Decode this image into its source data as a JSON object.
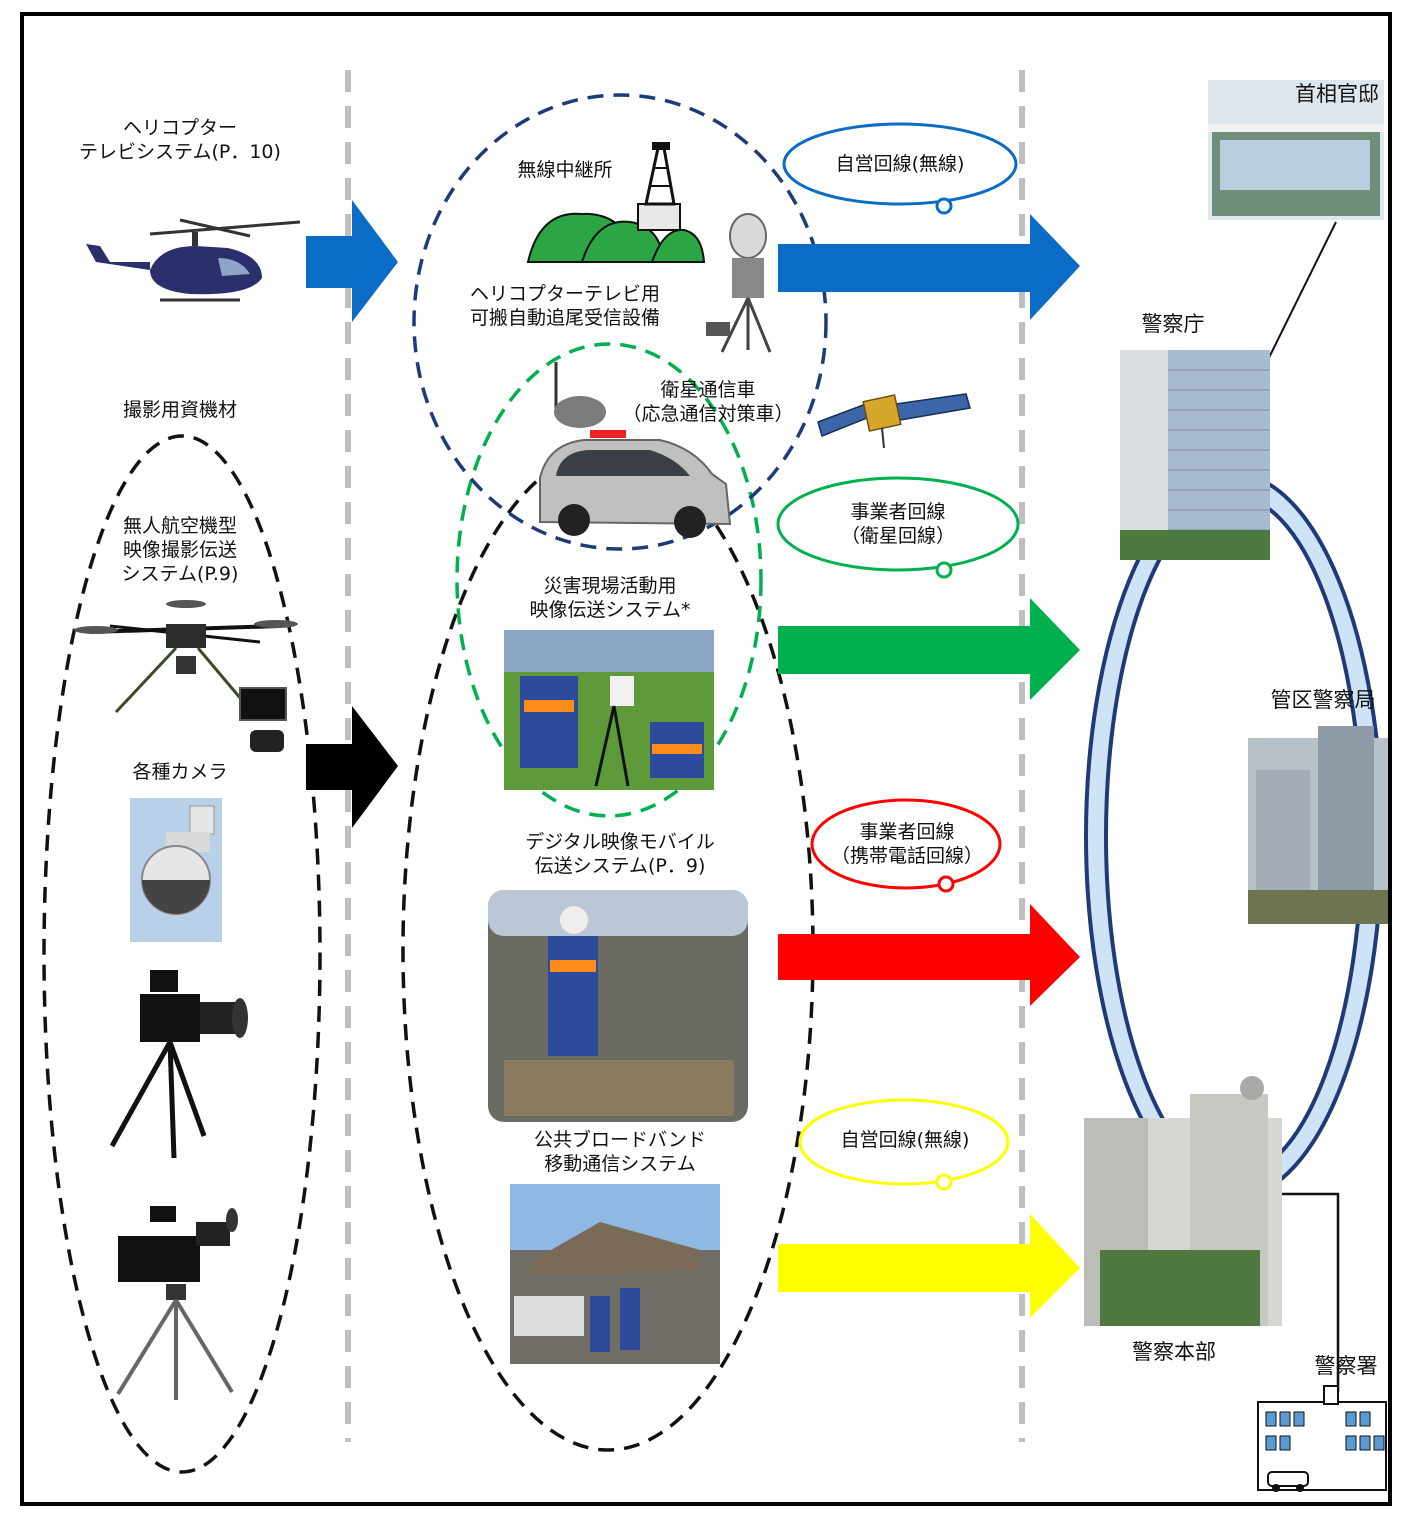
{
  "sources": {
    "heli_label": "ヘリコプター\nテレビシステム(P．10)",
    "equipment_label": "撮影用資機材",
    "drone_label": "無人航空機型\n映像撮影伝送\nシステム(P.9)",
    "cameras_label": "各種カメラ"
  },
  "relay": {
    "relay_station_label": "無線中継所",
    "tracking_receiver_label": "ヘリコプターテレビ用\n可搬自動追尾受信設備",
    "satellite_vehicle_label": "衛星通信車\n（応急通信対策車）",
    "disaster_video_label": "災害現場活動用\n映像伝送システム*",
    "digital_mobile_label": "デジタル映像モバイル\n伝送システム(P．9)",
    "broadband_label": "公共ブロードバンド\n移動通信システム"
  },
  "links": {
    "private_wireless_1": "自営回線(無線)",
    "carrier_satellite": "事業者回線\n（衛星回線）",
    "carrier_mobile": "事業者回線\n（携帯電話回線）",
    "private_wireless_2": "自営回線(無線)"
  },
  "destinations": {
    "kantei": "首相官邸",
    "npa": "警察庁",
    "regional_bureau": "管区警察局",
    "prefectural_hq": "警察本部",
    "police_station": "警察署"
  },
  "colors": {
    "heli_arrow": "#0a6cc4",
    "black_arrow": "#000000",
    "green": "#00b04f",
    "red": "#ff0000",
    "yellow": "#ffff00",
    "navy": "#1f3a78",
    "dashed_divider": "#bfbfbf"
  },
  "icons": [
    "helicopter-icon",
    "relay-tower-icon",
    "antenna-dish-icon",
    "satellite-icon",
    "satellite-vehicle-icon",
    "drone-icon",
    "security-camera-icon",
    "dslr-camera-icon",
    "video-camera-icon",
    "building-icon",
    "police-station-icon"
  ]
}
